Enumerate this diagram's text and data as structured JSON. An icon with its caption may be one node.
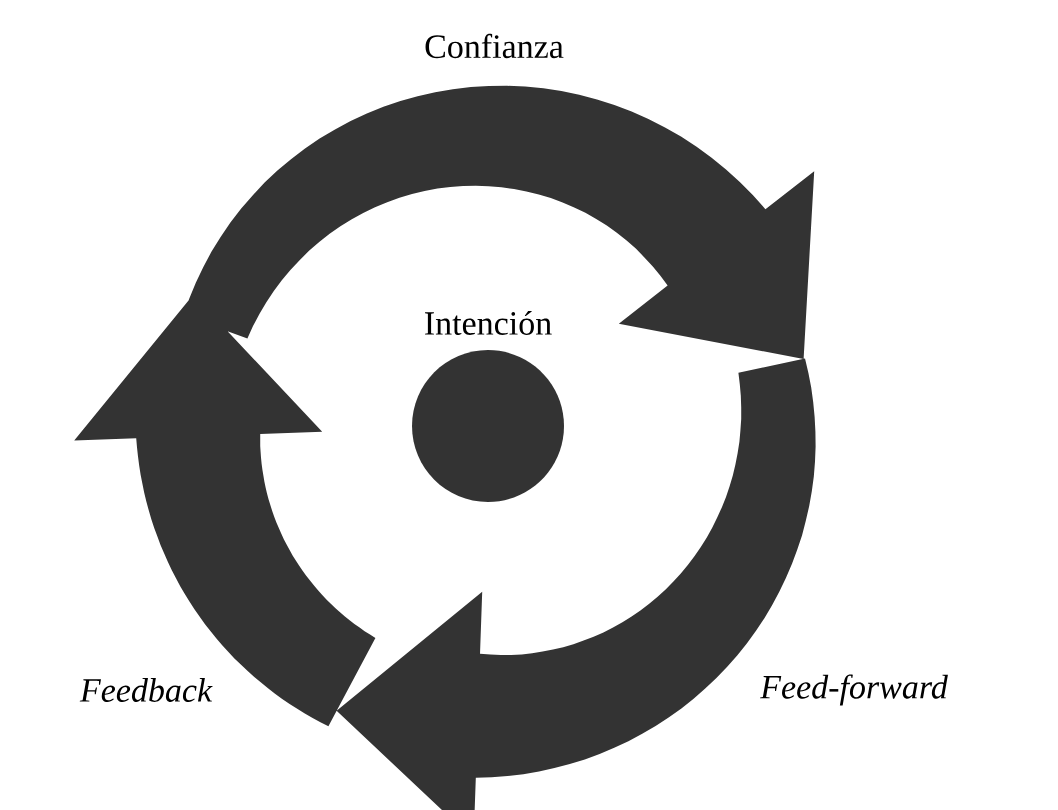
{
  "diagram": {
    "nodes": [
      {
        "text": [
          "Intención"
        ]
      }
    ],
    "labels": [
      "Confianza",
      "Feed-forward",
      "Feedback"
    ]
  }
}
